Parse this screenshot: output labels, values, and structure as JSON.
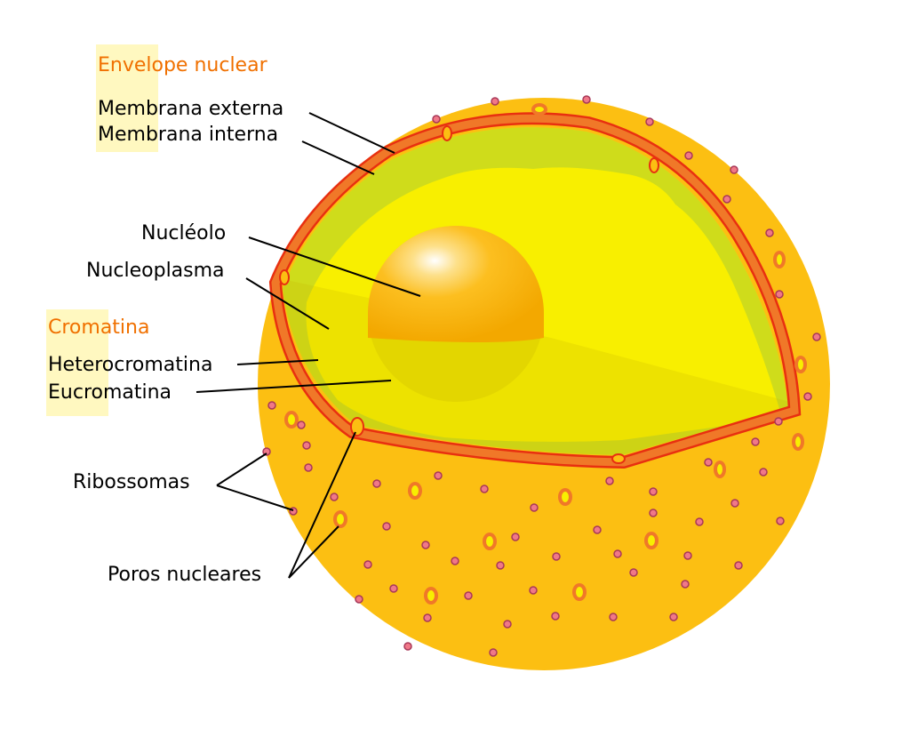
{
  "groups": {
    "envelope": {
      "heading": "Envelope nuclear",
      "outer_membrane": "Membrana externa",
      "inner_membrane": "Membrana interna"
    },
    "interior": {
      "nucleolus": "Nucléolo",
      "nucleoplasm": "Nucleoplasma"
    },
    "chromatin": {
      "heading": "Cromatina",
      "heterochromatin": "Heterocromatina",
      "euchromatin": "Eucromatina"
    },
    "surface": {
      "ribosomes": "Ribossomas",
      "nuclear_pores": "Poros nucleares"
    }
  },
  "colors": {
    "outer_sphere": "#fcbf12",
    "nucleoplasm": "#f8ef00",
    "heterochromatin": "#c8d820",
    "membrane": "#f07828",
    "membrane_edge": "#e83010",
    "nucleolus": "#fcb800",
    "ribosome": "#f07888",
    "header_highlight": "#fff8c0",
    "header_text": "#f07000"
  }
}
